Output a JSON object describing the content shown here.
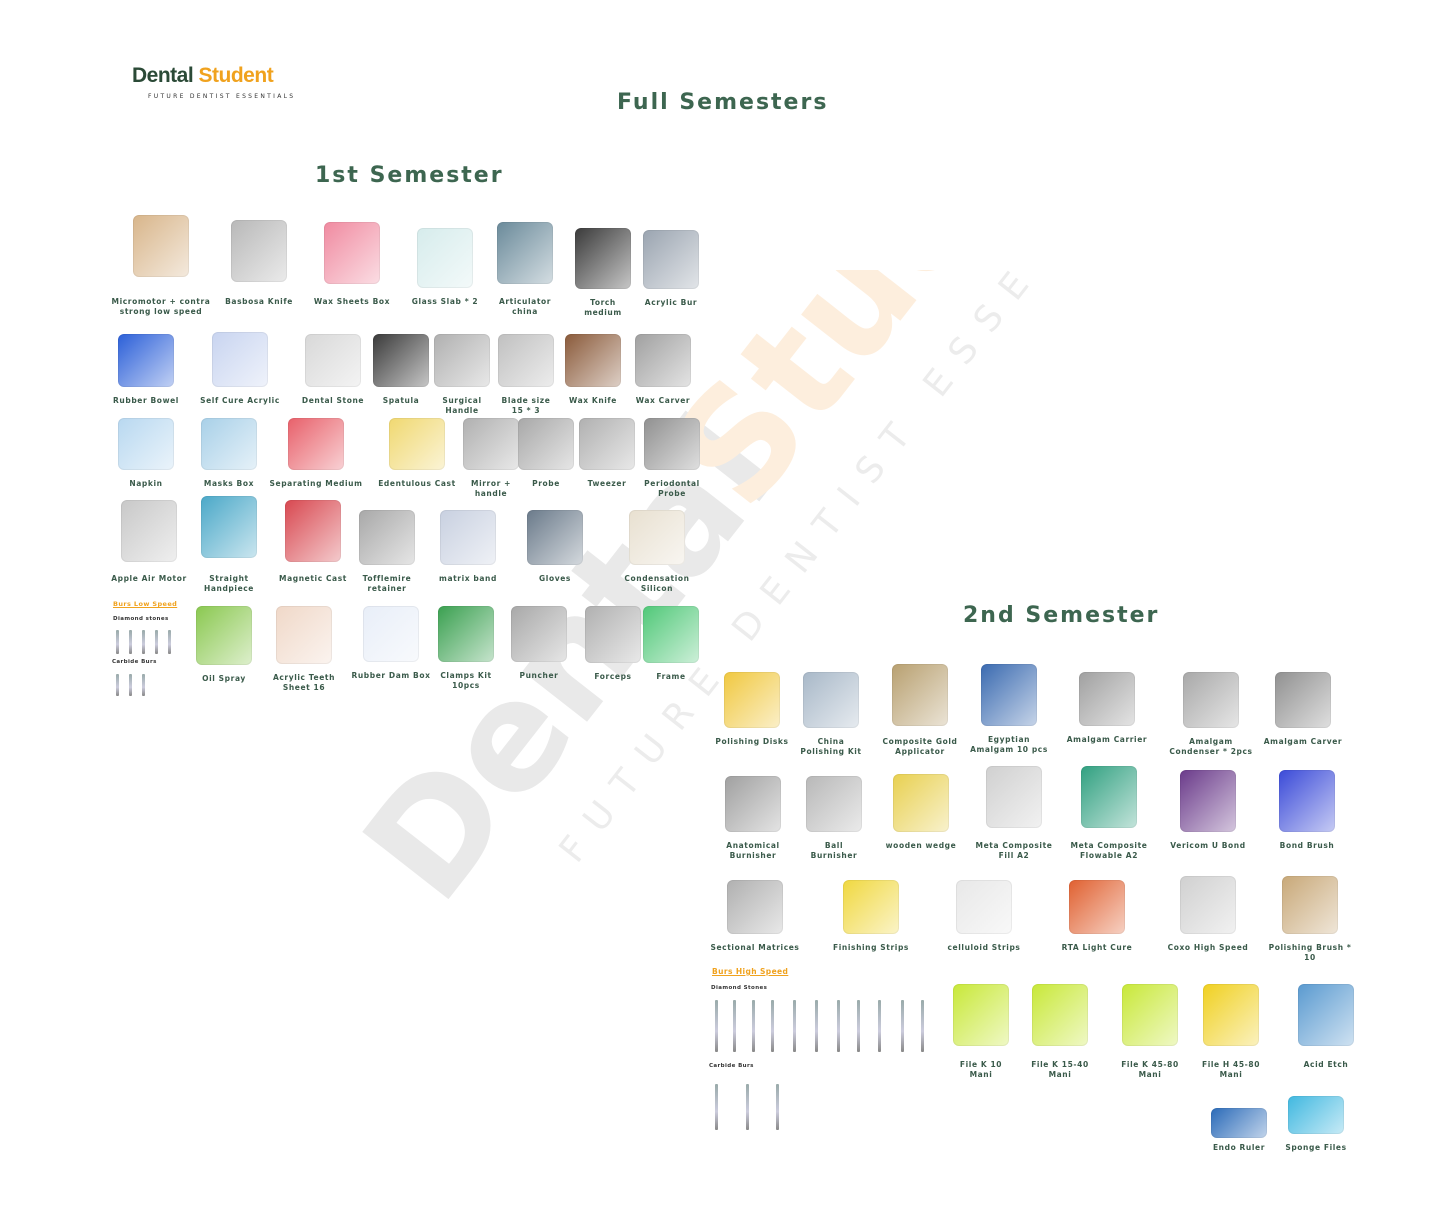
{
  "logo": {
    "part1": "Dental",
    "part2": "Student",
    "tagline": "FUTURE DENTIST ESSENTIALS"
  },
  "title": "Full Semesters",
  "watermark": {
    "part1": "Dental",
    "part2": "Student",
    "tagline": "FUTURE DENTIST ESSENTIALS"
  },
  "semester1": {
    "heading": "1st Semester",
    "items": [
      {
        "label": "Micromotor + contra\nstrong low speed",
        "icon": "micromotor-icon",
        "color": "#d8b58a"
      },
      {
        "label": "Basbosa Knife",
        "icon": "knife-icon",
        "color": "#b8b8b8"
      },
      {
        "label": "Wax Sheets Box",
        "icon": "wax-sheets-icon",
        "color": "#f08aa0"
      },
      {
        "label": "Glass Slab * 2",
        "icon": "glass-slab-icon",
        "color": "#d6ecec"
      },
      {
        "label": "Articulator\nchina",
        "icon": "articulator-icon",
        "color": "#6a8a9a"
      },
      {
        "label": "Torch\nmedium",
        "icon": "torch-icon",
        "color": "#3a3a3a"
      },
      {
        "label": "Acrylic Bur",
        "icon": "bur-icon",
        "color": "#9aa4b0"
      },
      {
        "label": "Rubber Bowel",
        "icon": "bowl-icon",
        "color": "#2b5fd8"
      },
      {
        "label": "Self Cure Acrylic",
        "icon": "acrylic-icon",
        "color": "#c8d4f0"
      },
      {
        "label": "Dental Stone",
        "icon": "stone-bag-icon",
        "color": "#d8d8d8"
      },
      {
        "label": "Spatula",
        "icon": "spatula-icon",
        "color": "#3a3a3a"
      },
      {
        "label": "Surgical\nHandle",
        "icon": "scalpel-icon",
        "color": "#b0b0b0"
      },
      {
        "label": "Blade size\n15 * 3",
        "icon": "blade-icon",
        "color": "#c0c0c0"
      },
      {
        "label": "Wax Knife",
        "icon": "wax-knife-icon",
        "color": "#8a5a3a"
      },
      {
        "label": "Wax Carver",
        "icon": "carver-icon",
        "color": "#a0a0a0"
      },
      {
        "label": "Napkin",
        "icon": "napkin-icon",
        "color": "#b8d8f0"
      },
      {
        "label": "Masks Box",
        "icon": "masks-icon",
        "color": "#a8d0e8"
      },
      {
        "label": "Separating Medium",
        "icon": "bottle-icon",
        "color": "#e8606a"
      },
      {
        "label": "Edentulous Cast",
        "icon": "cast-icon",
        "color": "#f0d870"
      },
      {
        "label": "Mirror +\nhandle",
        "icon": "mirror-icon",
        "color": "#b0b0b0"
      },
      {
        "label": "Probe",
        "icon": "probe-icon",
        "color": "#a8a8a8"
      },
      {
        "label": "Tweezer",
        "icon": "tweezer-icon",
        "color": "#b0b0b0"
      },
      {
        "label": "Periodontal\nProbe",
        "icon": "perio-probe-icon",
        "color": "#909090"
      },
      {
        "label": "Apple Air Motor",
        "icon": "air-motor-icon",
        "color": "#c8c8c8"
      },
      {
        "label": "Straight\nHandpiece",
        "icon": "handpiece-icon",
        "color": "#4aa8c8"
      },
      {
        "label": "Magnetic Cast",
        "icon": "magnetic-cast-icon",
        "color": "#d84850"
      },
      {
        "label": "Tofflemire\nretainer",
        "icon": "tofflemire-icon",
        "color": "#a8a8a8"
      },
      {
        "label": "matrix band",
        "icon": "matrix-band-icon",
        "color": "#c8d0e0"
      },
      {
        "label": "Gloves",
        "icon": "gloves-icon",
        "color": "#6a7a8a"
      },
      {
        "label": "Condensation Silicon",
        "icon": "silicone-icon",
        "color": "#e8e0d0"
      },
      {
        "label": "Oil Spray",
        "icon": "oil-spray-icon",
        "color": "#8ac850"
      },
      {
        "label": "Acrylic Teeth\nSheet 16",
        "icon": "teeth-sheet-icon",
        "color": "#f0d8c8"
      },
      {
        "label": "Rubber Dam Box",
        "icon": "rubber-dam-icon",
        "color": "#e8eef8"
      },
      {
        "label": "Clamps Kit\n10pcs",
        "icon": "clamps-icon",
        "color": "#3aa050"
      },
      {
        "label": "Puncher",
        "icon": "puncher-icon",
        "color": "#a8a8a8"
      },
      {
        "label": "Forceps",
        "icon": "forceps-icon",
        "color": "#b0b0b0"
      },
      {
        "label": "Frame",
        "icon": "frame-icon",
        "color": "#50c878"
      }
    ],
    "burs": {
      "heading": "Burs Low Speed",
      "diamond": "Diamond stones",
      "carbide": "Carbide Burs"
    }
  },
  "semester2": {
    "heading": "2nd Semester",
    "items": [
      {
        "label": "Polishing Disks",
        "icon": "polishing-disks-icon",
        "color": "#f0c840"
      },
      {
        "label": "China\nPolishing Kit",
        "icon": "polishing-kit-icon",
        "color": "#a8b8c8"
      },
      {
        "label": "Composite Gold\nApplicator",
        "icon": "applicator-icon",
        "color": "#b8a070"
      },
      {
        "label": "Egyptian\nAmalgam 10 pcs",
        "icon": "amalgam-capsule-icon",
        "color": "#3a6ab0"
      },
      {
        "label": "Amalgam Carrier",
        "icon": "amalgam-carrier-icon",
        "color": "#a0a0a0"
      },
      {
        "label": "Amalgam\nCondenser * 2pcs",
        "icon": "condenser-icon",
        "color": "#a8a8a8"
      },
      {
        "label": "Amalgam Carver",
        "icon": "amalgam-carver-icon",
        "color": "#909090"
      },
      {
        "label": "Anatomical\nBurnisher",
        "icon": "burnisher-icon",
        "color": "#a0a0a0"
      },
      {
        "label": "Ball\nBurnisher",
        "icon": "ball-burnisher-icon",
        "color": "#b8b8b8"
      },
      {
        "label": "wooden wedge",
        "icon": "wedge-icon",
        "color": "#e8d050"
      },
      {
        "label": "Meta Composite\nFill A2",
        "icon": "composite-syringe-icon",
        "color": "#d0d0d0"
      },
      {
        "label": "Meta Composite\nFlowable A2",
        "icon": "flowable-icon",
        "color": "#30a080"
      },
      {
        "label": "Vericom U Bond",
        "icon": "bond-icon",
        "color": "#6a3a8a"
      },
      {
        "label": "Bond Brush",
        "icon": "bond-brush-icon",
        "color": "#3a4ad8"
      },
      {
        "label": "Sectional Matrices",
        "icon": "sectional-matrix-icon",
        "color": "#b0b0b0"
      },
      {
        "label": "Finishing Strips",
        "icon": "finishing-strips-icon",
        "color": "#f0d840"
      },
      {
        "label": "celluloid  Strips",
        "icon": "celluloid-icon",
        "color": "#e8e8e8"
      },
      {
        "label": "RTA Light Cure",
        "icon": "light-cure-icon",
        "color": "#e06030"
      },
      {
        "label": "Coxo High Speed",
        "icon": "high-speed-icon",
        "color": "#d0d0d0"
      },
      {
        "label": "Polishing Brush *\n10",
        "icon": "polishing-brush-icon",
        "color": "#c8a878"
      }
    ],
    "burs": {
      "heading": "Burs High Speed",
      "diamond": "Diamond Stones",
      "carbide": "Carbide Burs"
    },
    "files": [
      {
        "label": "File K 10\nMani",
        "icon": "k-file-icon",
        "color": "#c8e838"
      },
      {
        "label": "File K 15-40\nMani",
        "icon": "k-file-icon",
        "color": "#c8e838"
      },
      {
        "label": "File K 45-80\nMani",
        "icon": "k-file-icon",
        "color": "#c8e838"
      },
      {
        "label": "File H 45-80\nMani",
        "icon": "h-file-icon",
        "color": "#f0d020"
      },
      {
        "label": "Acid Etch",
        "icon": "etch-icon",
        "color": "#5a9ad0"
      }
    ],
    "endo": [
      {
        "label": "Endo Ruler",
        "icon": "endo-ruler-icon",
        "color": "#2a6ab8"
      },
      {
        "label": "Sponge Files",
        "icon": "sponge-icon",
        "color": "#40b8e0"
      }
    ]
  }
}
